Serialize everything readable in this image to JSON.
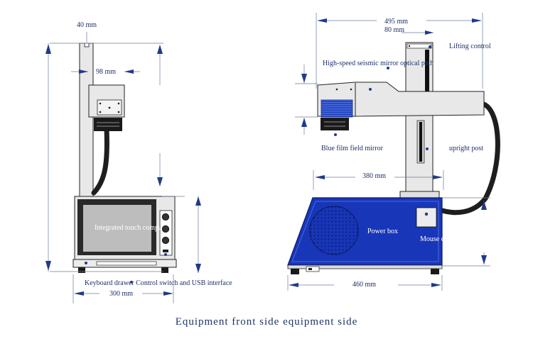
{
  "labels": {
    "dim_40": "40 mm",
    "dim_98": "98 mm",
    "dim_300": "300 mm",
    "dim_495": "495 mm",
    "dim_80": "80 mm",
    "dim_380": "380 mm",
    "dim_460": "460 mm",
    "touch_computer": "Integrated touch compu",
    "keyboard_drawer": "Keyboard drawer Control switch and USB interface",
    "lifting_control": "Lifting control",
    "seismic_mirror": "High-speed seismic mirror optical path",
    "blue_film": "Blue film field mirror",
    "upright_post": "upright post",
    "power_box": "Power box",
    "mouse": "Mouse c"
  },
  "caption": "Equipment front side equipment side",
  "colors": {
    "panel_blue": "#1836b8",
    "frame_grey": "#e6e6e6",
    "dim_line": "#6b7a9a",
    "label_navy": "#1f2f6a"
  }
}
